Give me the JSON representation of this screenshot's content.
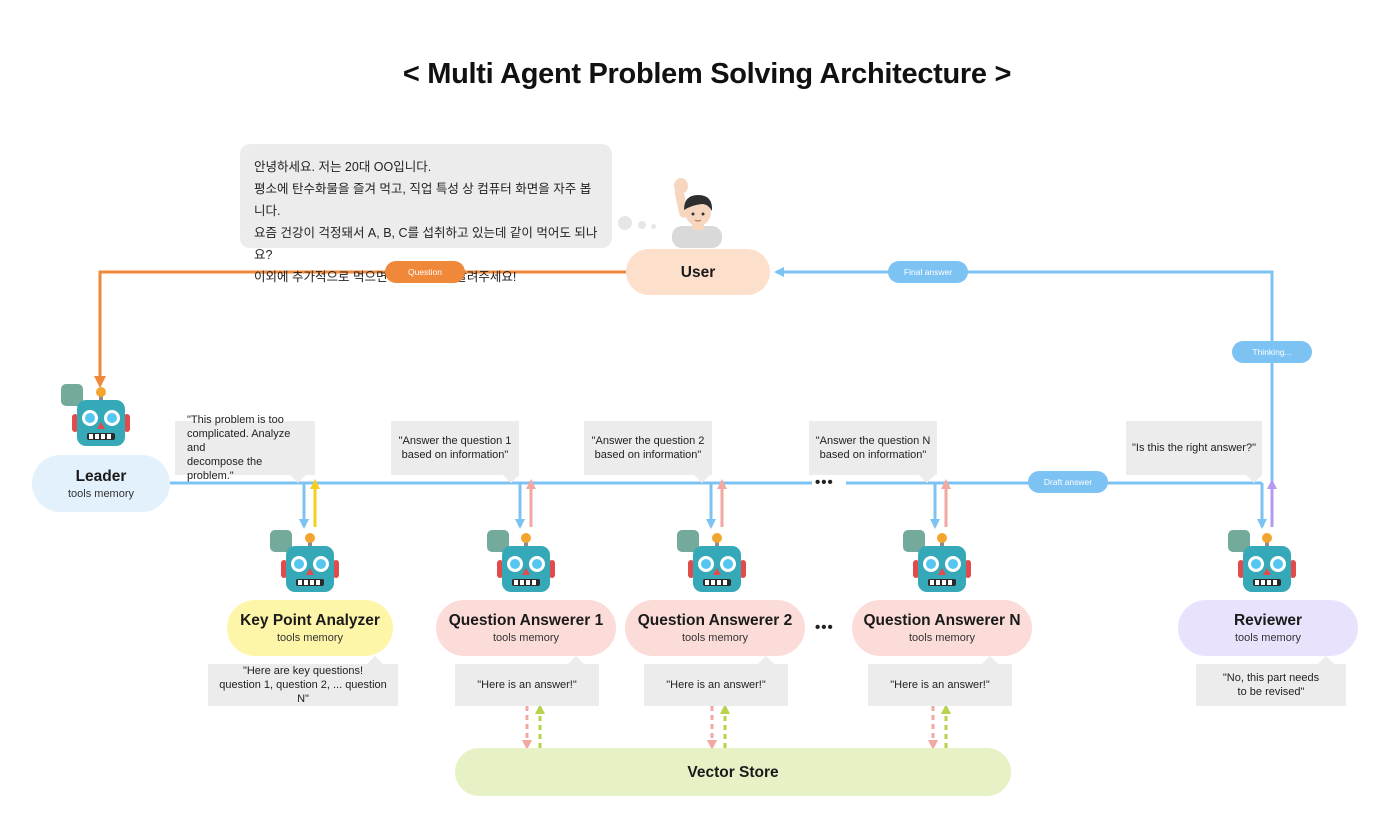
{
  "diagram": {
    "title": "< Multi Agent  Problem Solving Architecture >",
    "user_message": {
      "lines": [
        "안녕하세요. 저는 20대 OO입니다.",
        "평소에 탄수화물을 즐겨 먹고, 직업 특성 상 컴퓨터 화면을 자주 봅니다.",
        "요즘 건강이 걱정돼서 A, B, C를 섭취하고 있는데 같이 먹어도 되나요?",
        "이외에 추가적으로 먹으면 좋은 영양제 알려주세요!"
      ]
    },
    "nodes": {
      "user": {
        "name": "User"
      },
      "leader": {
        "name": "Leader",
        "sub": "tools memory"
      },
      "key_point": {
        "name": "Key Point Analyzer",
        "sub": "tools memory"
      },
      "qa1": {
        "name": "Question Answerer 1",
        "sub": "tools memory"
      },
      "qa2": {
        "name": "Question Answerer 2",
        "sub": "tools memory"
      },
      "qan": {
        "name": "Question Answerer N",
        "sub": "tools memory"
      },
      "reviewer": {
        "name": "Reviewer",
        "sub": "tools memory"
      },
      "vector_store": {
        "name": "Vector Store"
      }
    },
    "edge_labels": {
      "question": "Question",
      "final_answer": "Final answer",
      "thinking": "Thinking...",
      "draft_answer": "Draft answer"
    },
    "top_bubbles": {
      "leader_instruction": "\"This problem is too\ncomplicated. Analyze and\ndecompose the problem.\"",
      "qa1_instruction": "\"Answer the question 1\nbased on information\"",
      "qa2_instruction": "\"Answer the question 2\nbased on information\"",
      "qan_instruction": "\"Answer the question N\nbased on information\"",
      "reviewer_question": "\"Is this the right answer?\""
    },
    "bottom_bubbles": {
      "key_point_output": "\"Here are key questions!\nquestion 1, question 2, ... question N\"",
      "qa1_output": "\"Here is an answer!\"",
      "qa2_output": "\"Here is an answer!\"",
      "qan_output": "\"Here is an answer!\"",
      "reviewer_output": "\"No, this part needs\nto be revised\""
    },
    "ellipsis": "•••",
    "colors": {
      "blue": "#7cc2f3",
      "orange": "#f0883a",
      "yellow": "#f6cf1e",
      "salmon": "#f2a7a1",
      "purple": "#b59af2",
      "green_dash": "#b6d34a",
      "user_fill": "#fde0cb",
      "leader_fill": "#e3f1fc",
      "key_point_fill": "#fdf6a8",
      "qa_fill": "#fcdcd9",
      "reviewer_fill": "#e9e2fd",
      "vector_fill": "#e6f2c5"
    }
  }
}
